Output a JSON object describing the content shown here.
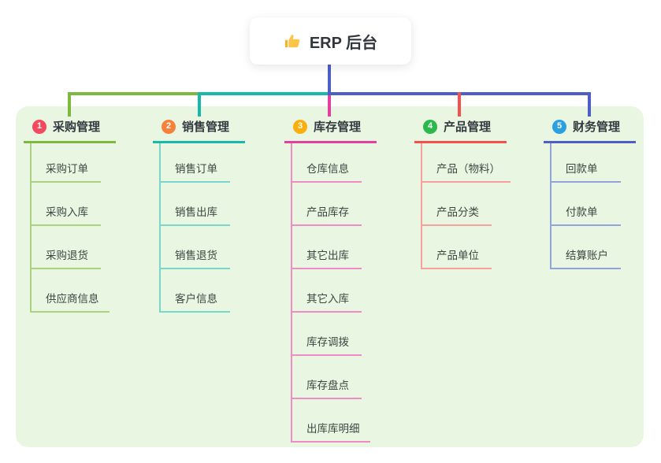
{
  "root": {
    "label": "ERP 后台",
    "icon": "thumbs-up-icon"
  },
  "panel_color": "#e9f6e2",
  "connector_colors": {
    "root_stem": "#4d5ec7",
    "left_outer": "#7cb93e",
    "left_inner": "#18b9ab",
    "right": "#4d5ec7",
    "drop_inventory": "#e33f9f",
    "drop_product": "#f3504f"
  },
  "branches": [
    {
      "num": "1",
      "label": "采购管理",
      "badge_color": "#f5495f",
      "line_color": "#7cb93e",
      "child_line_color": "#a9d37f",
      "items": [
        "采购订单",
        "采购入库",
        "采购退货",
        "供应商信息"
      ]
    },
    {
      "num": "2",
      "label": "销售管理",
      "badge_color": "#f5813c",
      "line_color": "#18b9ab",
      "child_line_color": "#79d6cb",
      "items": [
        "销售订单",
        "销售出库",
        "销售退货",
        "客户信息"
      ]
    },
    {
      "num": "3",
      "label": "库存管理",
      "badge_color": "#f9b00f",
      "line_color": "#e33f9f",
      "child_line_color": "#f08cc5",
      "items": [
        "仓库信息",
        "产品库存",
        "其它出库",
        "其它入库",
        "库存调拨",
        "库存盘点",
        "出库库明细"
      ]
    },
    {
      "num": "4",
      "label": "产品管理",
      "badge_color": "#2db84d",
      "line_color": "#f3504f",
      "child_line_color": "#f8a09b",
      "items": [
        "产品（物料）",
        "产品分类",
        "产品单位"
      ]
    },
    {
      "num": "5",
      "label": "财务管理",
      "badge_color": "#2aa0e1",
      "line_color": "#4d5ec7",
      "child_line_color": "#92a4de",
      "items": [
        "回款单",
        "付款单",
        "结算账户"
      ]
    }
  ]
}
